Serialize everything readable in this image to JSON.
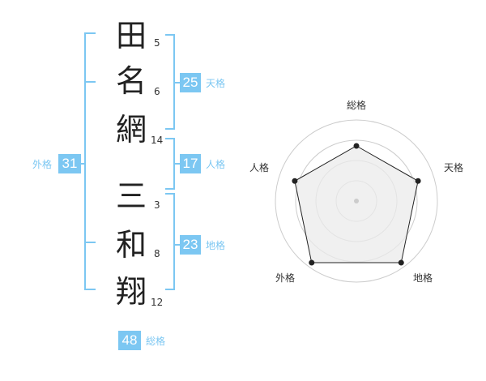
{
  "name": {
    "chars": [
      "田",
      "名",
      "網",
      "三",
      "和",
      "翔"
    ],
    "strokes": [
      "5",
      "6",
      "14",
      "3",
      "8",
      "12"
    ]
  },
  "kakusu": {
    "tenkaku": {
      "value": "25",
      "label": "天格"
    },
    "jinkaku": {
      "value": "17",
      "label": "人格"
    },
    "chikaku": {
      "value": "23",
      "label": "地格"
    },
    "gaikaku": {
      "value": "31",
      "label": "外格"
    },
    "soukaku": {
      "value": "48",
      "label": "総格"
    }
  },
  "chart_data": {
    "type": "radar",
    "axes": [
      "総格",
      "天格",
      "地格",
      "外格",
      "人格"
    ],
    "values": [
      0.68,
      0.8,
      0.94,
      0.94,
      0.8
    ],
    "max": 1,
    "rings": 4,
    "colors": {
      "polygon_fill": "#ebebeb",
      "line": "#222222",
      "grid": "#cccccc"
    }
  }
}
